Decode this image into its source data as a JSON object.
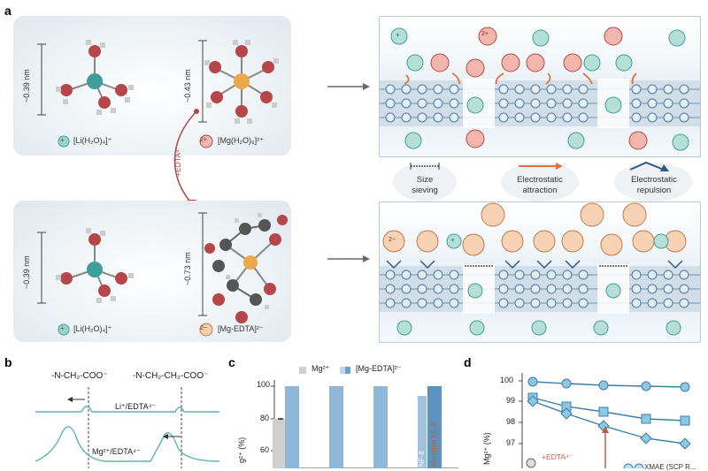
{
  "panel_a": {
    "letter": "a",
    "top_left": {
      "li_dim": "~0.39 nm",
      "mg_dim": "~0.43 nm",
      "li_label": "[Li(H₂O)₄]⁺",
      "mg_label": "[Mg(H₂O)₆]²⁺",
      "li_symbol": "+",
      "mg_symbol": "2+"
    },
    "edta_arrow_label": "+EDTA⁴⁻",
    "bottom_left": {
      "li_dim": "~0.39 nm",
      "mg_dim": "~0.73 nm",
      "li_label": "[Li(H₂O)₄]⁺",
      "mg_label": "[Mg-EDTA]²⁻",
      "li_symbol": "+",
      "mg_symbol": "2−"
    },
    "legend": [
      {
        "label_line1": "Size",
        "label_line2": "sieving"
      },
      {
        "label_line1": "Electrostatic",
        "label_line2": "attraction"
      },
      {
        "label_line1": "Electrostatic",
        "label_line2": "repulsion"
      }
    ]
  },
  "panel_b": {
    "letter": "b",
    "group1": "-N-CH₂-COO⁻",
    "group2": "-N-CH₂-CH₂-COO⁻",
    "trace1": "Li⁺/EDTA⁴⁻",
    "trace2": "Mg²⁺/EDTA⁴⁻"
  },
  "panel_c": {
    "letter": "c",
    "legend": [
      "Mg²⁺",
      "[Mg-EDTA]²⁻"
    ],
    "ylabel": "g²⁺ (%)",
    "yticks": [
      100,
      80,
      60
    ],
    "bar_label_1": "NF-8",
    "bar_label_2": "Modified NF-8",
    "colors": {
      "mg": "#cfcfcf",
      "edta": "#8fb8d8"
    }
  },
  "panel_d": {
    "letter": "d",
    "yticks": [
      100,
      99,
      98,
      97
    ],
    "ylabel": "Mg²⁺ (%)",
    "edta_label": "+EDTA⁴⁻",
    "legend_partial": "XMAE (SCP R..."
  }
}
